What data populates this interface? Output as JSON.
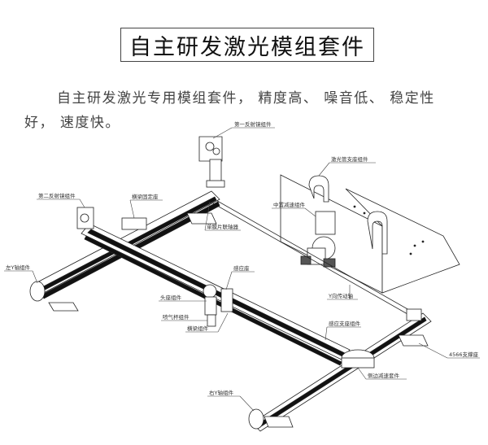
{
  "title": "自主研发激光模组套件",
  "description": "自主研发激光专用模组套件， 精度高、 噪音低、 稳定性好， 速度快。",
  "labels": {
    "first_mirror": "第一反射镜组件",
    "tube_support": "激光管支座组件",
    "second_mirror": "第二反射镜组件",
    "beam_mount": "横梁固定座",
    "coupling": "单膜片联轴器",
    "center_reducer": "中置减速组件",
    "left_y": "左Y轴组件",
    "sensor_seat": "感应座",
    "head_seat": "头座组件",
    "nozzle": "喷气杯组件",
    "beam_assembly": "横梁组件",
    "y_shaft": "Y向传动轴",
    "sensor_support": "感应支座组件",
    "support_4566": "4566支撑座",
    "side_reducer": "侧边减速套件",
    "right_y": "右Y轴组件"
  },
  "colors": {
    "line": "#222222",
    "rail_dark": "#111111",
    "text": "#333333"
  }
}
